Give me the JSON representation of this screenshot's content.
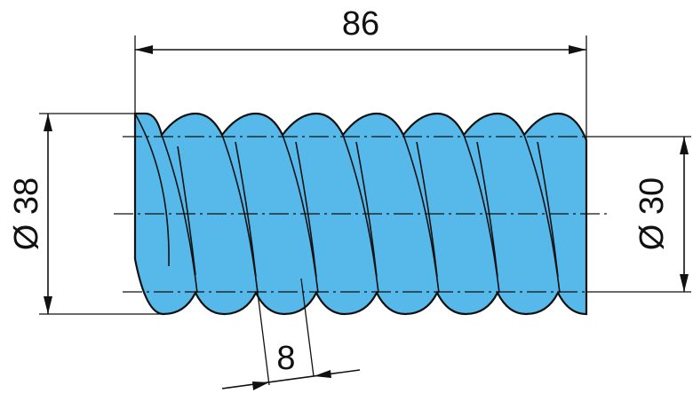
{
  "drawing": {
    "colors": {
      "spring_fill": "#56b9ea",
      "outline": "#111111",
      "background": "#ffffff"
    },
    "dimensions": {
      "length": "86",
      "outer_diameter": "Ø 38",
      "inner_diameter": "Ø 30",
      "pitch": "8"
    }
  }
}
